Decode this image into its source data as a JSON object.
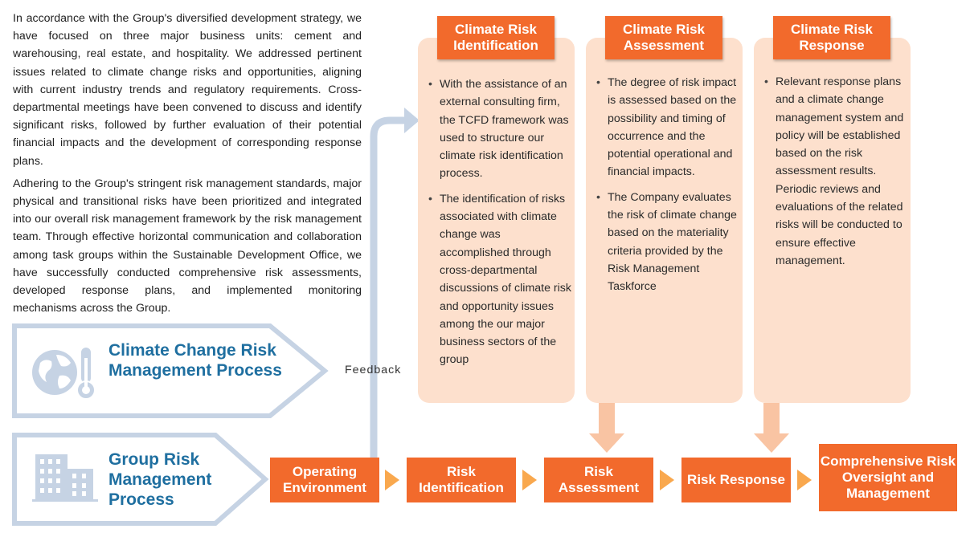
{
  "intro": {
    "paragraph_1": "In accordance with the Group's diversified development strategy, we have focused on three major business units: cement and warehousing, real estate, and hospitality. We addressed pertinent issues related to climate change risks and opportunities, aligning with current industry trends and regulatory requirements. Cross-departmental meetings have been convened to discuss and identify significant risks, followed by further evaluation of their potential financial impacts and the development of corresponding response plans.",
    "paragraph_2": "Adhering to the Group's stringent risk management standards, major physical and transitional risks have been prioritized and integrated into our overall risk management framework by the risk management team. Through effective horizontal communication and collaboration among task groups within the Sustainable Development Office, we have successfully conducted comprehensive risk assessments, developed response plans, and implemented monitoring mechanisms across the Group."
  },
  "panels": [
    {
      "title": "Climate Risk Identification",
      "bullets": [
        "With the assistance of an external consulting firm, the TCFD framework was used to structure our climate risk identification process.",
        "The identification of risks associated with climate change was accomplished through cross-departmental discussions of climate risk and opportunity issues among the our major business sectors of the group"
      ]
    },
    {
      "title": "Climate Risk Assessment",
      "bullets": [
        "The degree of risk impact is assessed based on the possibility and timing of occurrence and the potential operational and financial impacts.",
        "The Company evaluates the risk of climate change based on the materiality criteria provided by the Risk Management Taskforce"
      ]
    },
    {
      "title": "Climate Risk Response",
      "bullets": [
        "Relevant response plans and a climate change management system and policy will be established based on the risk assessment results. Periodic reviews and evaluations of the related risks will be conducted to ensure effective management."
      ]
    }
  ],
  "labels": {
    "climate": "Climate Change Risk Management Process",
    "group": "Group Risk Management Process",
    "feedback": "Feedback"
  },
  "steps": [
    "Operating Environment",
    "Risk Identification",
    "Risk Assessment",
    "Risk Response",
    "Comprehensive Risk Oversight and Management"
  ],
  "icons": [
    "globe-thermometer-icon",
    "office-buildings-icon"
  ],
  "colors": {
    "accent_orange": "#f26a2c",
    "panel_fill": "#fde0cd",
    "label_blue": "#1f6fa0",
    "outline_blue": "#c6d3e4",
    "chevron": "#f9a84e"
  }
}
